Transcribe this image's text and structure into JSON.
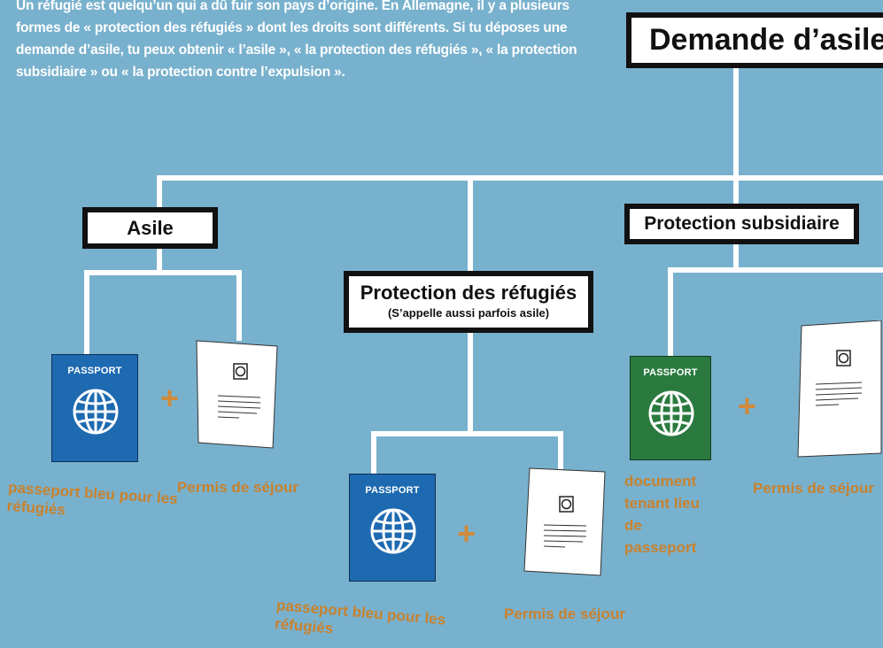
{
  "intro": "Un réfugié est quelqu’un qui a dû fuir son pays d’origine. En Allemagne, il y a plusieurs formes de « protection des réfugiés » dont les droits sont différents. Si tu déposes une demande d’asile, tu peux obtenir « l’asile », « la protection des réfugiés », « la protection subsidiaire » ou « la protection contre l’expulsion ».",
  "boxes": {
    "main": "Demande d’asile",
    "asile": "Asile",
    "protection_refugies": "Protection des réfugiés",
    "protection_refugies_note": "(S’appelle aussi parfois asile)",
    "protection_subsidiaire": "Protection subsidiaire"
  },
  "passport_label": "PASSPORT",
  "plus": "+",
  "labels": {
    "asile_passport": "passeport bleu pour les réfugiés",
    "asile_permit": "Permis de séjour",
    "refugies_passport": "passeport bleu pour les réfugiés",
    "refugies_permit": "Permis de séjour",
    "subsidiaire_document": "document tenant lieu de passeport",
    "subsidiaire_permit": "Permis de séjour"
  },
  "colors": {
    "background": "#78b1cd",
    "passport_blue": "#1e6ab1",
    "passport_green": "#2a7a3f",
    "label_orange": "#c8822f"
  }
}
